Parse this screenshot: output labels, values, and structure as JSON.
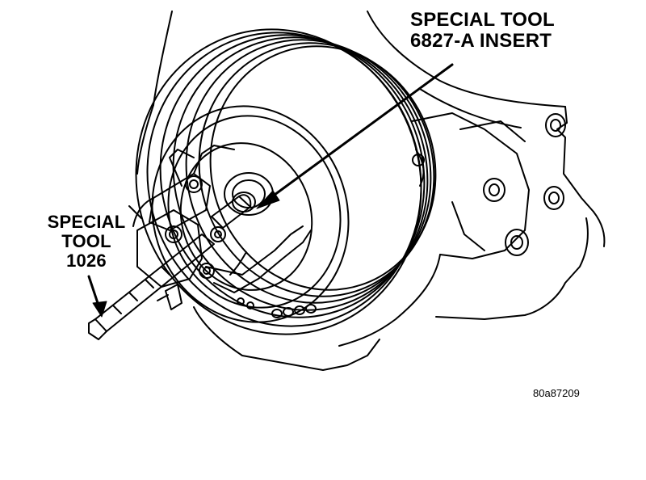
{
  "labels": {
    "insert_tool": {
      "line1": "SPECIAL TOOL",
      "line2": "6827-A INSERT"
    },
    "puller_tool": {
      "line1": "SPECIAL",
      "line2": "TOOL",
      "line3": "1026"
    }
  },
  "figure_id": "80a87209",
  "colors": {
    "ink": "#000000",
    "background": "#ffffff"
  }
}
